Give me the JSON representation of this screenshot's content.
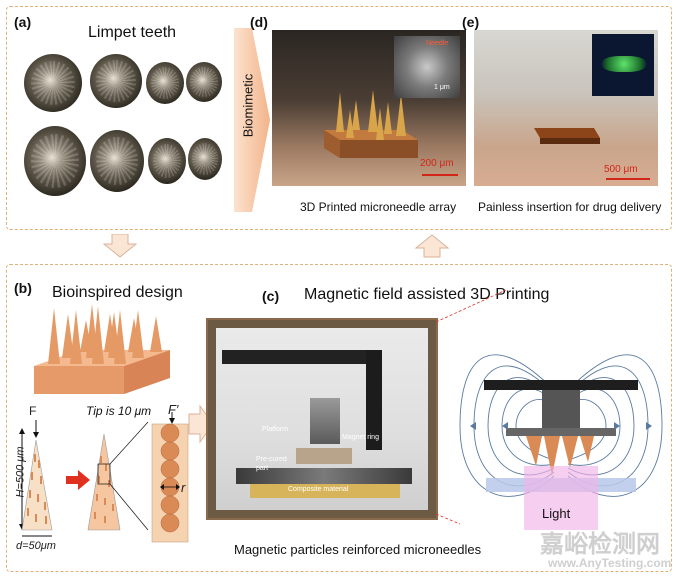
{
  "panel_a": {
    "label": "(a)",
    "title": "Limpet teeth"
  },
  "biomimetic": "Biomimetic",
  "panel_d": {
    "label": "(d)",
    "scale": "200 μm",
    "inset_label": "Needle",
    "inset_scale": "1 μm",
    "caption": "3D Printed microneedle array"
  },
  "panel_e": {
    "label": "(e)",
    "scale": "500 μm",
    "caption": "Painless insertion for drug delivery"
  },
  "panel_b": {
    "label": "(b)",
    "title": "Bioinspired design",
    "tip_text": "Tip is 10 μm",
    "force_F": "F",
    "force_F_prime": "F′",
    "height": "H=500 μm",
    "diameter": "d=50μm",
    "r_label": "r"
  },
  "panel_c": {
    "label": "(c)",
    "title": "Magnetic field assisted 3D Printing",
    "platform": "Platform",
    "precured_line1": "Pre-cured",
    "precured_line2": "part",
    "magnet_ring": "Magnet ring",
    "composite": "Composite material",
    "light": "Light",
    "caption": "Magnetic particles reinforced microneedles"
  },
  "watermark": {
    "cn": "嘉峪检测网",
    "en": "www.AnyTesting.com"
  },
  "colors": {
    "border": "#e0b07a",
    "needle": "#d98a55",
    "scale_red": "#d3261a",
    "arrow_red": "#e03020",
    "field_line": "#5a7aa0"
  }
}
